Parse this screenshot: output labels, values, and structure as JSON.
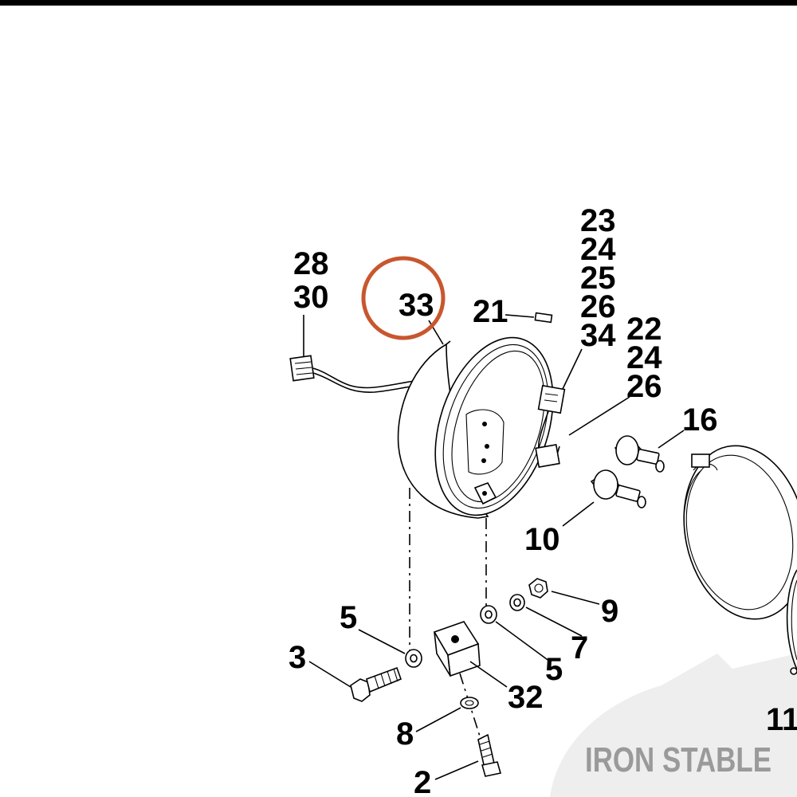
{
  "callouts": {
    "c28": "28",
    "c30": "30",
    "c33": "33",
    "c21": "21",
    "c23": "23",
    "c24a": "24",
    "c25": "25",
    "c26a": "26",
    "c34": "34",
    "c22": "22",
    "c24b": "24",
    "c26b": "26",
    "c16": "16",
    "c10": "10",
    "c9": "9",
    "c5a": "5",
    "c7": "7",
    "c5b": "5",
    "c3": "3",
    "c32": "32",
    "c8": "8",
    "c2": "2",
    "c11": "11"
  },
  "watermark": {
    "text": "IRON STABLE"
  },
  "colors": {
    "highlight_ring": "#c8572e",
    "watermark_text": "#9a9a9a",
    "watermark_shape": "#eeeeee",
    "ink": "#000000"
  }
}
